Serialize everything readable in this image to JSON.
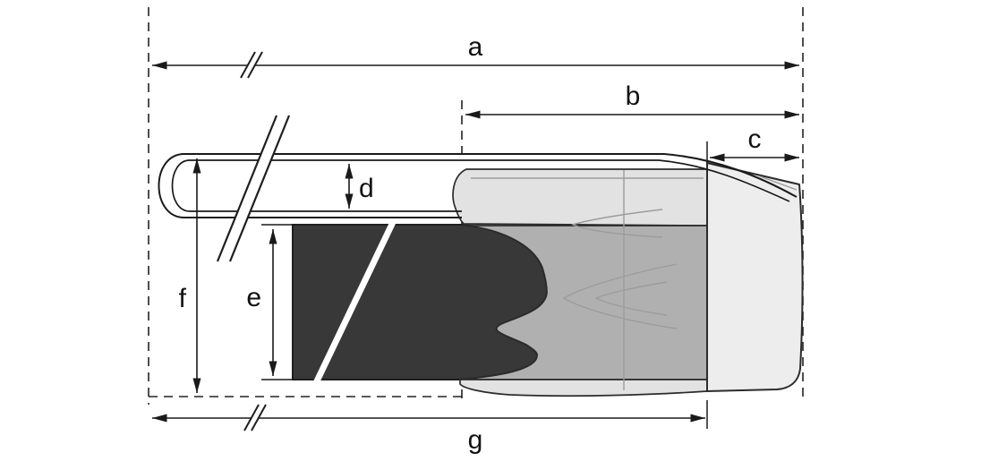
{
  "diagram": {
    "dimension_labels": {
      "a": "a",
      "b": "b",
      "c": "c",
      "d": "d",
      "e": "e",
      "f": "f",
      "g": "g"
    }
  },
  "colors": {
    "outline": "#1a1a1a",
    "dark_block": "#383838",
    "sleeve_light": "#e2e2e2",
    "sleeve_mid": "#b0b0b0",
    "sleeve_cap": "#ededed",
    "contour": "#9c9c9c",
    "background": "#ffffff"
  }
}
